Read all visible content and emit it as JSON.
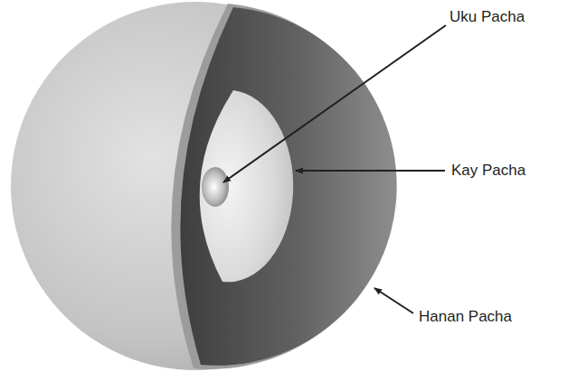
{
  "diagram": {
    "labels": [
      "Uku Pacha",
      "Kay Pacha",
      "Hanan Pacha"
    ]
  }
}
